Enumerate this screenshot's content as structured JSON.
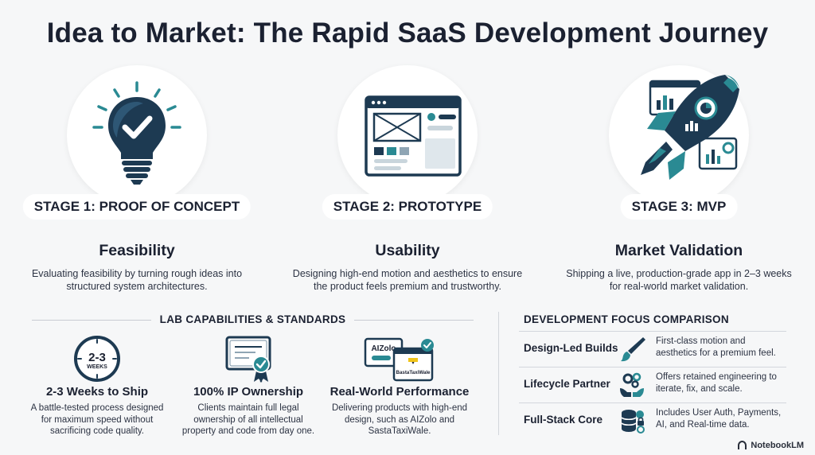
{
  "title": "Idea to Market: The Rapid SaaS Development Journey",
  "stages": [
    {
      "pill": "STAGE 1: PROOF OF CONCEPT",
      "heading": "Feasibility",
      "description": "Evaluating feasibility by turning rough ideas into structured system architectures.",
      "icon": "lightbulb-check-icon"
    },
    {
      "pill": "STAGE 2: PROTOTYPE",
      "heading": "Usability",
      "description": "Designing high-end motion and aesthetics to ensure the product feels premium and trustworthy.",
      "icon": "wireframe-window-icon"
    },
    {
      "pill": "STAGE 3: MVP",
      "heading": "Market Validation",
      "description": "Shipping a live, production-grade app in 2–3 weeks for real-world market validation.",
      "icon": "rocket-dashboard-icon"
    }
  ],
  "capabilities": {
    "section_title": "LAB CAPABILITIES & STANDARDS",
    "items": [
      {
        "heading": "2-3 Weeks to Ship",
        "description": "A battle-tested process designed for maximum speed without sacrificing code quality.",
        "icon": "clock-icon",
        "icon_text_main": "2-3",
        "icon_text_sub": "WEEKS"
      },
      {
        "heading": "100% IP Ownership",
        "description": "Clients maintain full legal ownership of all intellectual property and code from day one.",
        "icon": "certificate-icon"
      },
      {
        "heading": "Real-World Performance",
        "description": "Delivering products with high-end design, such as AIZolo and SastaTaxiWale.",
        "icon": "product-cards-icon",
        "icon_text_a": "AIZolo",
        "icon_text_b": "BastaTaxiWale"
      }
    ]
  },
  "comparison": {
    "section_title": "DEVELOPMENT FOCUS COMPARISON",
    "rows": [
      {
        "name": "Design-Led Builds",
        "text": "First-class motion and aesthetics for a premium feel.",
        "icon": "paintbrush-icon"
      },
      {
        "name": "Lifecycle Partner",
        "text": "Offers retained engineering to iterate, fix, and scale.",
        "icon": "gears-hands-icon"
      },
      {
        "name": "Full-Stack Core",
        "text": "Includes User Auth, Payments, AI, and Real-time data.",
        "icon": "database-stack-icon"
      }
    ]
  },
  "brand": "NotebookLM",
  "colors": {
    "navy": "#1d3a52",
    "teal": "#2a8a93",
    "text": "#1b2131",
    "background": "#f6f7f8"
  }
}
